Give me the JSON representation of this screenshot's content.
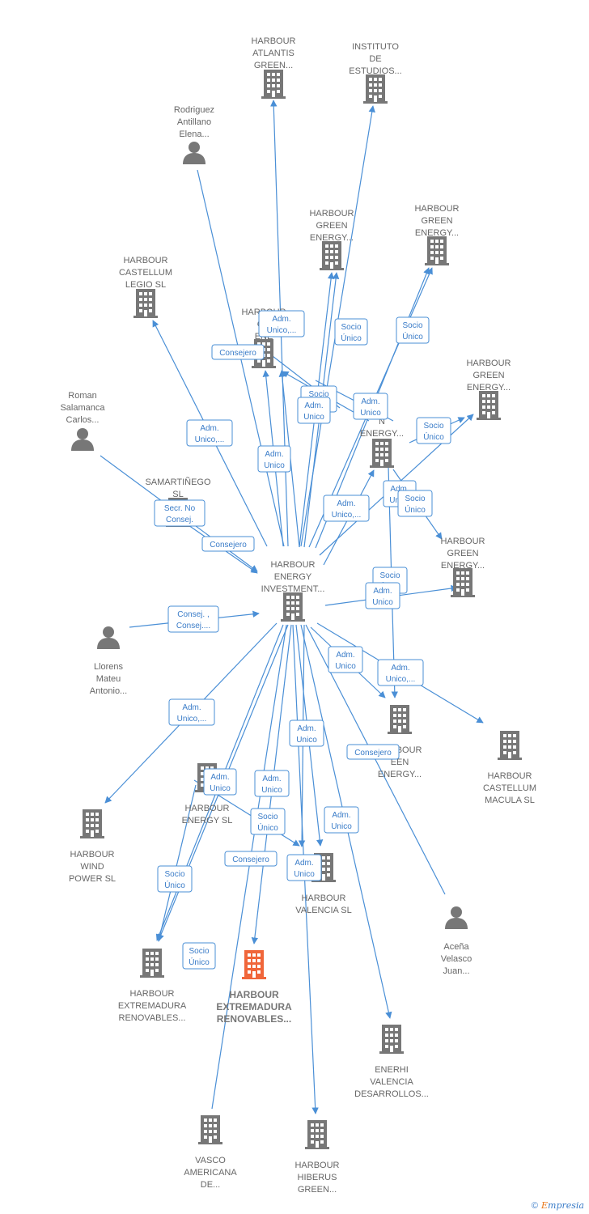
{
  "nodes": [
    {
      "id": "hei",
      "type": "company",
      "focus": false,
      "label": [
        "HARBOUR",
        "ENERGY",
        "INVESTMENT..."
      ]
    },
    {
      "id": "hag",
      "type": "company",
      "focus": false,
      "label": [
        "HARBOUR",
        "ATLANTIS",
        "GREEN..."
      ]
    },
    {
      "id": "ide",
      "type": "company",
      "focus": false,
      "label": [
        "INSTITUTO",
        "DE",
        "ESTUDIOS..."
      ]
    },
    {
      "id": "rae",
      "type": "person",
      "focus": false,
      "label": [
        "Rodriguez",
        "Antillano",
        "Elena..."
      ]
    },
    {
      "id": "hge1",
      "type": "company",
      "focus": false,
      "label": [
        "HARBOUR",
        "GREEN",
        "ENERGY..."
      ]
    },
    {
      "id": "hge2",
      "type": "company",
      "focus": false,
      "label": [
        "HARBOUR",
        "GREEN",
        "ENERGY..."
      ]
    },
    {
      "id": "hcl",
      "type": "company",
      "focus": false,
      "label": [
        "HARBOUR",
        "CASTELLUM",
        "LEGIO  SL"
      ]
    },
    {
      "id": "hge3",
      "type": "company",
      "focus": false,
      "label": [
        "HARBOUR",
        "GR",
        "ENE"
      ]
    },
    {
      "id": "hge4",
      "type": "company",
      "focus": false,
      "label": [
        "HARBOUR",
        "GREEN",
        "ENERGY..."
      ]
    },
    {
      "id": "rsc",
      "type": "person",
      "focus": false,
      "label": [
        "Roman",
        "Salamanca",
        "Carlos..."
      ]
    },
    {
      "id": "hge5",
      "type": "company",
      "focus": false,
      "label": [
        "UR",
        "N",
        "ENERGY..."
      ]
    },
    {
      "id": "sam",
      "type": "company",
      "focus": false,
      "label": [
        "SAMARTIÑEGO",
        "SL"
      ]
    },
    {
      "id": "hge6",
      "type": "company",
      "focus": false,
      "label": [
        "HARBOUR",
        "GREEN",
        "ENERGY..."
      ]
    },
    {
      "id": "lma",
      "type": "person",
      "focus": false,
      "label": [
        "Llorens",
        "Mateu",
        "Antonio..."
      ]
    },
    {
      "id": "hge7",
      "type": "company",
      "focus": false,
      "label": [
        "HARBOUR",
        "EEN",
        "ENERGY..."
      ]
    },
    {
      "id": "hcm",
      "type": "company",
      "focus": false,
      "label": [
        "HARBOUR",
        "CASTELLUM",
        "MACULA  SL"
      ]
    },
    {
      "id": "hwp",
      "type": "company",
      "focus": false,
      "label": [
        "HARBOUR",
        "WIND",
        "POWER  SL"
      ]
    },
    {
      "id": "hen",
      "type": "company",
      "focus": false,
      "label": [
        "HARBOUR",
        "ENERGY  SL"
      ]
    },
    {
      "id": "hva",
      "type": "company",
      "focus": false,
      "label": [
        "HARBOUR",
        "VALENCIA  SL"
      ]
    },
    {
      "id": "avj",
      "type": "person",
      "focus": false,
      "label": [
        "Aceña",
        "Velasco",
        "Juan..."
      ]
    },
    {
      "id": "her1",
      "type": "company",
      "focus": false,
      "label": [
        "HARBOUR",
        "EXTREMADURA",
        "RENOVABLES..."
      ]
    },
    {
      "id": "her2",
      "type": "company",
      "focus": true,
      "label": [
        "HARBOUR",
        "EXTREMADURA",
        "RENOVABLES..."
      ]
    },
    {
      "id": "evd",
      "type": "company",
      "focus": false,
      "label": [
        "ENERHI",
        "VALENCIA",
        "DESARROLLOS..."
      ]
    },
    {
      "id": "vad",
      "type": "company",
      "focus": false,
      "label": [
        "VASCO",
        "AMERICANA",
        "DE..."
      ]
    },
    {
      "id": "hhg",
      "type": "company",
      "focus": false,
      "label": [
        "HARBOUR",
        "HIBERUS",
        "GREEN..."
      ]
    }
  ],
  "badges": [
    [
      "Adm.",
      "Unico,..."
    ],
    [
      "Socio",
      "Único"
    ],
    [
      "Consejero"
    ],
    [
      "Adm.",
      "Unico,..."
    ],
    [
      "Socio",
      "Único"
    ],
    [
      "Socio",
      "Único"
    ],
    [
      "Adm.",
      "Unico"
    ],
    [
      "Adm.",
      "Unico"
    ],
    [
      "Socio",
      "Único"
    ],
    [
      "Adm.",
      "Unico"
    ],
    [
      "Secr.  No",
      "Consej."
    ],
    [
      "Consejero"
    ],
    [
      "Adm.",
      "Unico,..."
    ],
    [
      "Adm.",
      "Unico"
    ],
    [
      "Socio",
      "Único"
    ],
    [
      "Socio",
      "Único"
    ],
    [
      "Adm.",
      "Unico"
    ],
    [
      "Consej. ,",
      "Consej...."
    ],
    [
      "Adm.",
      "Unico"
    ],
    [
      "Adm.",
      "Unico,..."
    ],
    [
      "Adm.",
      "Unico,..."
    ],
    [
      "Adm.",
      "Unico"
    ],
    [
      "Consejero"
    ],
    [
      "Adm.",
      "Unico"
    ],
    [
      "Adm.",
      "Unico"
    ],
    [
      "Socio",
      "Único"
    ],
    [
      "Adm.",
      "Unico"
    ],
    [
      "Consejero"
    ],
    [
      "Adm.",
      "Unico"
    ],
    [
      "Socio",
      "Único"
    ],
    [
      "Socio",
      "Único"
    ]
  ],
  "brand": {
    "copyright": "©",
    "initial": "E",
    "rest": "mpresia"
  },
  "colors": {
    "edge": "#4a8fd6",
    "node": "#777777",
    "focus_node": "#f0663a",
    "badge_text": "#3a7cc8"
  }
}
